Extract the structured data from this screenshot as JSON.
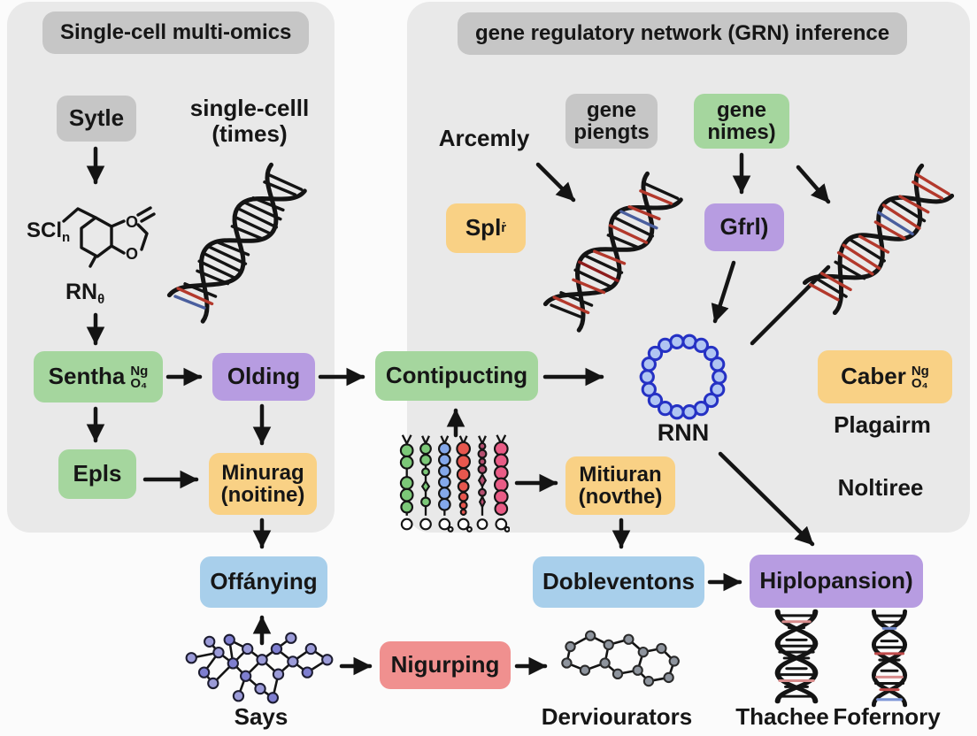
{
  "left_panel": {
    "title": "Single-cell multi-omics",
    "sytle_label": "Sytle",
    "single_cell": {
      "line1": "single-celll",
      "line2": "(times)"
    },
    "molecule": {
      "top": "SCl",
      "top_sub": "n",
      "o1": "O",
      "o2": "O",
      "bottom": "RN",
      "bottom_sub": "θ"
    },
    "sentha": {
      "label": "Sentha",
      "sup": "Ng",
      "sub": "O₄"
    },
    "olding_label": "Olding",
    "epls_label": "Epls",
    "minurag": {
      "line1": "Minurag",
      "line2": "(noitine)"
    }
  },
  "right_panel": {
    "title": "gene regulatory network (GRN) inference",
    "arcemly_label": "Arcemly",
    "gene_piengts": {
      "line1": "gene",
      "line2": "piengts"
    },
    "gene_nimes": {
      "line1": "gene",
      "line2": "nimes)"
    },
    "spl": {
      "label": "Spl",
      "sup": "ṙ"
    },
    "gfrl_label": "Gfrl)",
    "rnn_label": "RNN",
    "caber": {
      "label": "Caber",
      "sup": "Ng",
      "sub": "O₄"
    },
    "plagairm_label": "Plagairm",
    "noltiree_label": "Noltiree",
    "mitiuran": {
      "line1": "Mitiuran",
      "line2": "(novthe)"
    }
  },
  "middle": {
    "contipucting_label": "Contipucting",
    "offanying_label": "Offánying",
    "nigurping_label": "Nigurping",
    "dobleventons_label": "Dobleventons",
    "hiplopansion_label": "Hiplopansion)",
    "says_label": "Says",
    "derviourators_label": "Derviourators",
    "thachee_label": "Thachee",
    "fofernory_label": "Fofernory"
  },
  "colors": {
    "green": "#a5d69e",
    "purple": "#b79ce1",
    "yellow": "#f9d185",
    "blue": "#a8cfeb",
    "red": "#f0908f",
    "gray_box": "#c6c6c6",
    "panel_bg": "#e9e9e9",
    "arrow": "#141414",
    "rnn_bead_fill": "#b0c5f2",
    "rnn_bead_stroke": "#2531c4"
  }
}
